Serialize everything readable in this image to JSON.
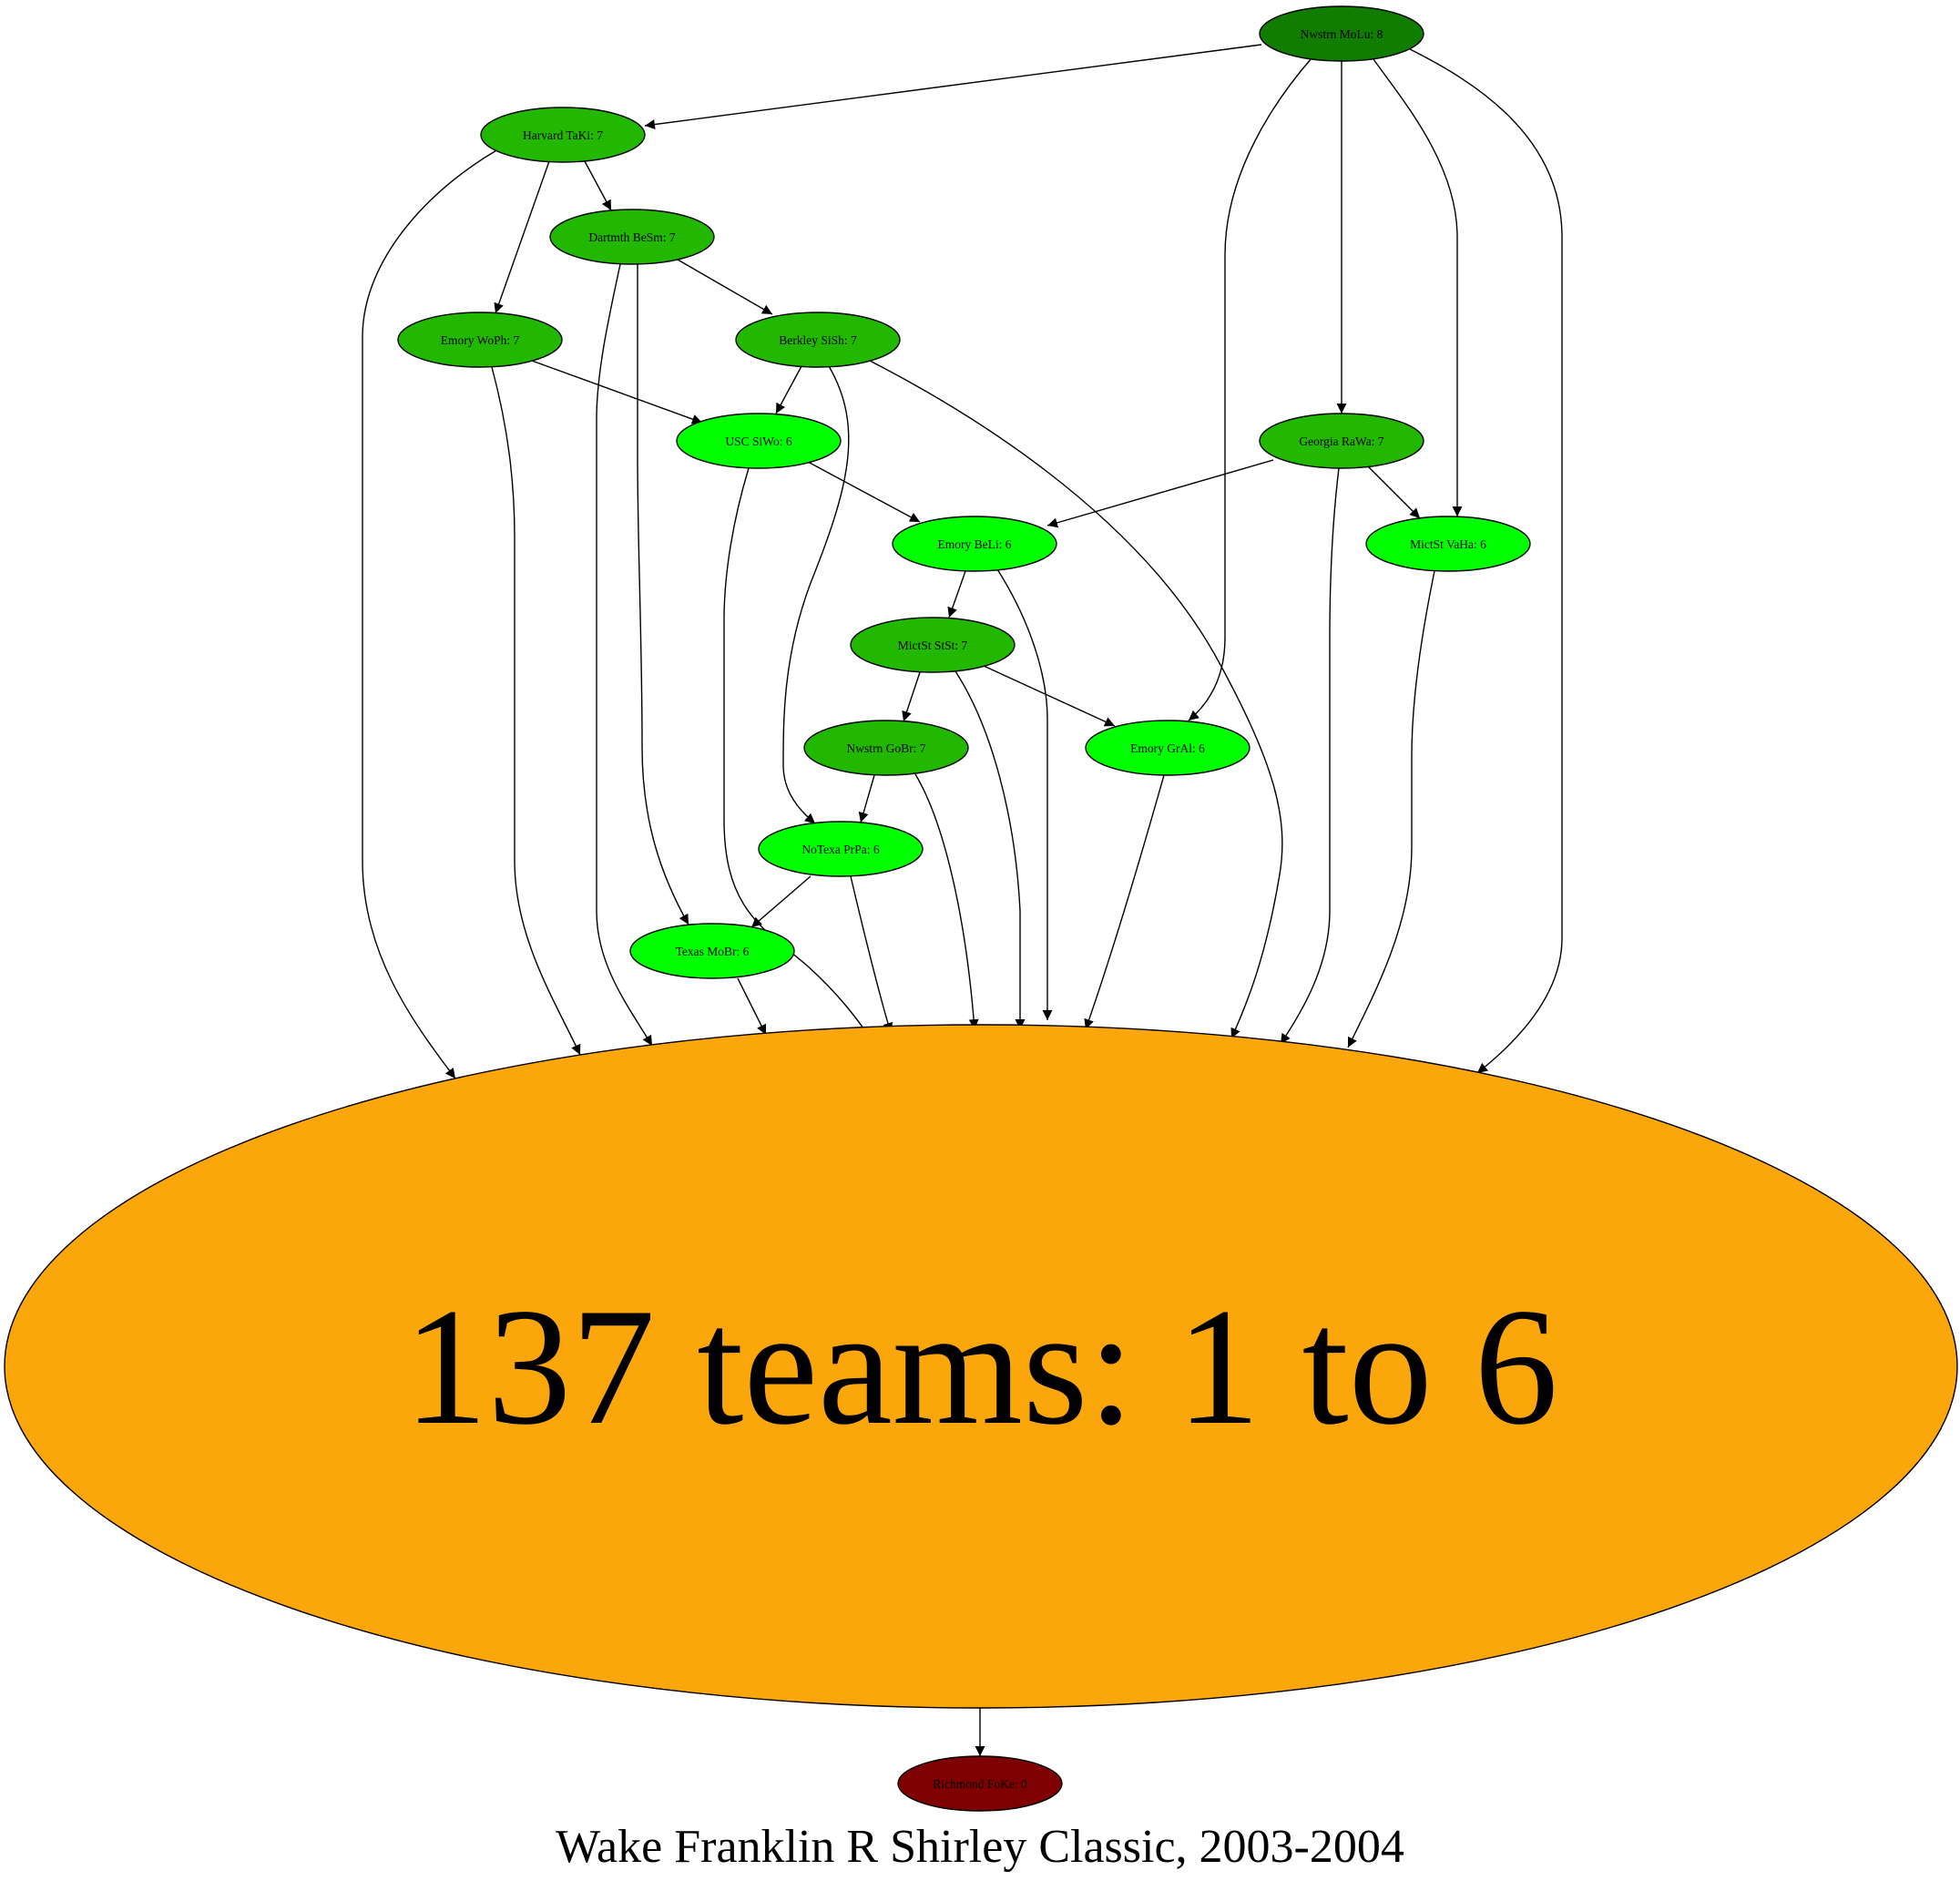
{
  "caption": "Wake Franklin R Shirley Classic, 2003-2004",
  "colors": {
    "win8": "#107c00",
    "win7": "#22b800",
    "win6": "#00ff00",
    "aggregate": "#fba60a",
    "win0": "#7f0000"
  },
  "nodes": {
    "nwstrn_molu": {
      "label": "Nwstrn MoLu: 8",
      "color": "#107c00"
    },
    "harvard_taki": {
      "label": "Harvard TaKi: 7",
      "color": "#22b800"
    },
    "dartmth_besm": {
      "label": "Dartmth BeSm: 7",
      "color": "#22b800"
    },
    "emory_woph": {
      "label": "Emory WoPh: 7",
      "color": "#22b800"
    },
    "berkley_sish": {
      "label": "Berkley SiSh: 7",
      "color": "#22b800"
    },
    "usc_siwo": {
      "label": "USC SiWo: 6",
      "color": "#00ff00"
    },
    "georgia_rawa": {
      "label": "Georgia RaWa: 7",
      "color": "#22b800"
    },
    "emory_beli": {
      "label": "Emory BeLi: 6",
      "color": "#00ff00"
    },
    "mictst_vaha": {
      "label": "MictSt VaHa: 6",
      "color": "#00ff00"
    },
    "mictst_stst": {
      "label": "MictSt StSt: 7",
      "color": "#22b800"
    },
    "nwstrn_gobr": {
      "label": "Nwstrn GoBr: 7",
      "color": "#22b800"
    },
    "emory_gral": {
      "label": "Emory GrAl: 6",
      "color": "#00ff00"
    },
    "notexa_prpa": {
      "label": "NoTexa PrPa: 6",
      "color": "#00ff00"
    },
    "texas_mobr": {
      "label": "Texas MoBr: 6",
      "color": "#00ff00"
    },
    "teams": {
      "label": "137 teams: 1 to 6",
      "color": "#fba60a"
    },
    "richmond_foke": {
      "label": "Richmond FoKe: 0",
      "color": "#7f0000"
    }
  },
  "edges": [
    [
      "nwstrn_molu",
      "harvard_taki"
    ],
    [
      "nwstrn_molu",
      "georgia_rawa"
    ],
    [
      "nwstrn_molu",
      "mictst_vaha"
    ],
    [
      "nwstrn_molu",
      "emory_gral"
    ],
    [
      "nwstrn_molu",
      "teams"
    ],
    [
      "harvard_taki",
      "dartmth_besm"
    ],
    [
      "harvard_taki",
      "emory_woph"
    ],
    [
      "harvard_taki",
      "teams"
    ],
    [
      "dartmth_besm",
      "berkley_sish"
    ],
    [
      "dartmth_besm",
      "texas_mobr"
    ],
    [
      "dartmth_besm",
      "teams"
    ],
    [
      "emory_woph",
      "usc_siwo"
    ],
    [
      "emory_woph",
      "teams"
    ],
    [
      "berkley_sish",
      "usc_siwo"
    ],
    [
      "berkley_sish",
      "notexa_prpa"
    ],
    [
      "berkley_sish",
      "teams"
    ],
    [
      "usc_siwo",
      "emory_beli"
    ],
    [
      "usc_siwo",
      "teams"
    ],
    [
      "georgia_rawa",
      "emory_beli"
    ],
    [
      "georgia_rawa",
      "mictst_vaha"
    ],
    [
      "georgia_rawa",
      "teams"
    ],
    [
      "emory_beli",
      "mictst_stst"
    ],
    [
      "emory_beli",
      "teams"
    ],
    [
      "mictst_vaha",
      "teams"
    ],
    [
      "mictst_stst",
      "nwstrn_gobr"
    ],
    [
      "mictst_stst",
      "emory_gral"
    ],
    [
      "mictst_stst",
      "teams"
    ],
    [
      "nwstrn_gobr",
      "notexa_prpa"
    ],
    [
      "nwstrn_gobr",
      "teams"
    ],
    [
      "emory_gral",
      "teams"
    ],
    [
      "notexa_prpa",
      "texas_mobr"
    ],
    [
      "notexa_prpa",
      "teams"
    ],
    [
      "texas_mobr",
      "teams"
    ],
    [
      "teams",
      "richmond_foke"
    ]
  ]
}
